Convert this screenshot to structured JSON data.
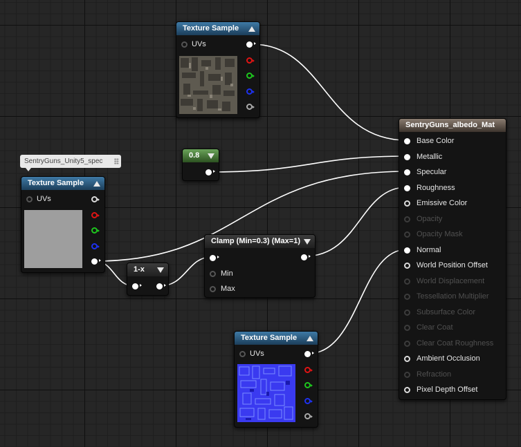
{
  "comment": {
    "text": "SentryGuns_Unity5_spec"
  },
  "texture_sample_top": {
    "title": "Texture Sample",
    "uv_label": "UVs"
  },
  "texture_sample_left": {
    "title": "Texture Sample",
    "uv_label": "UVs"
  },
  "texture_sample_bottom": {
    "title": "Texture Sample",
    "uv_label": "UVs"
  },
  "constant_node": {
    "value": "0.8"
  },
  "one_minus_node": {
    "title": "1-x"
  },
  "clamp_node": {
    "title": "Clamp (Min=0.3) (Max=1)",
    "inputs": [
      "Min",
      "Max"
    ]
  },
  "material_node": {
    "title": "SentryGuns_albedo_Mat",
    "inputs": [
      {
        "label": "Base Color"
      },
      {
        "label": "Metallic"
      },
      {
        "label": "Specular"
      },
      {
        "label": "Roughness"
      },
      {
        "label": "Emissive Color"
      },
      {
        "label": "Opacity"
      },
      {
        "label": "Opacity Mask"
      },
      {
        "label": "Normal"
      },
      {
        "label": "World Position Offset"
      },
      {
        "label": "World Displacement"
      },
      {
        "label": "Tessellation Multiplier"
      },
      {
        "label": "Subsurface Color"
      },
      {
        "label": "Clear Coat"
      },
      {
        "label": "Clear Coat Roughness"
      },
      {
        "label": "Ambient Occlusion"
      },
      {
        "label": "Refraction"
      },
      {
        "label": "Pixel Depth Offset"
      }
    ]
  },
  "colors": {
    "grid_background": "#262626",
    "texture_header": "#2f5f85",
    "constant_header": "#4f8a3f",
    "material_header": "#6e6258",
    "wire": "#ffffff"
  }
}
